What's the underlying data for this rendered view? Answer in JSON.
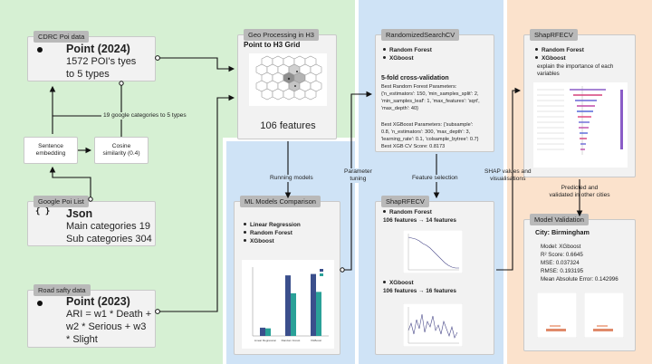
{
  "colors": {
    "green": "#d6f0d3",
    "blue": "#cfe3f6",
    "orange": "#fbe2cc",
    "card": "#f2f2f2",
    "tag": "#b9b9b9"
  },
  "cdrc": {
    "tag": "CDRC Poi data",
    "title": "Point (2024)",
    "line1": "1572 POI's tyes",
    "line2": "to 5 types",
    "icon": "dot-icon"
  },
  "edge_19": "19 google categories to 5 types",
  "sentence": {
    "line1": "Sentence",
    "line2": "embedding"
  },
  "cosine": {
    "line1": "Cosine",
    "line2": "similarity (0.4)"
  },
  "google": {
    "tag": "Google Poi List",
    "icon": "{ }",
    "title": "Json",
    "line1": "Main categories 19",
    "line2": "Sub categories 304"
  },
  "road": {
    "tag": "Road safty data",
    "title": "Point (2023)",
    "line1": "ARI = w1 * Death +",
    "line2": "w2 * Serious + w3",
    "line3": "* Slight"
  },
  "geo": {
    "tag": "Geo Processing in H3",
    "title": "Point to H3 Grid",
    "features": "106 features"
  },
  "edge_running": "Running models",
  "edge_param": {
    "line1": "Parameter",
    "line2": "tuning"
  },
  "edge_feature": "Feature selection",
  "edge_shap": {
    "line1": "SHAP values and",
    "line2": "visualisations"
  },
  "edge_predicted": {
    "line1": "Predicted and",
    "line2": "validated in other cities"
  },
  "ml": {
    "tag": "ML Models Comparison",
    "items": [
      "Linear Regression",
      "Random Forest",
      "XGboost"
    ]
  },
  "rscv": {
    "tag": "RandomizedSearchCV",
    "items": [
      "Random Forest",
      "XGboost"
    ],
    "cv_title": "5-fold cross-validation",
    "rf_head": "Best Random Forest Parameters:",
    "rf_l1": "{'n_estimators': 150, 'min_samples_split': 2,",
    "rf_l2": "'min_samples_leaf': 1, 'max_features': 'sqrt',",
    "rf_l3": "'max_depth': 40}",
    "xgb_head": "Best XGBoost Parameters: {'subsample':",
    "xgb_l1": "0.8, 'n_estimators': 300, 'max_depth': 3,",
    "xgb_l2": "'learning_rate': 0.1, 'colsample_bytree': 0.7}",
    "xgb_score": "Best XGB CV Score: 0.8173"
  },
  "shaprfecv_mid": {
    "tag": "ShapRFECV",
    "rf": "Random Forest",
    "rf_features": "106 features → 14 features",
    "xgb": "XGboost",
    "xgb_features": "106 features → 16 features"
  },
  "shaprfecv_right": {
    "tag": "ShapRFECV",
    "items": [
      "Random Forest",
      "XGboost"
    ],
    "note": "explain the importance of each variables"
  },
  "validation": {
    "tag": "Model Validation",
    "city": "City: Birmingham",
    "model": "Model: XGboost",
    "r2": "R² Score: 0.6645",
    "mse": "MSE: 0.037324",
    "rmse": "RMSE: 0.193195",
    "mae": "Mean Absolute Error: 0.142996"
  },
  "chart_data": {
    "type": "bar",
    "title": "",
    "categories": [
      "Linear Regression",
      "Random Forest",
      "XGBoost"
    ],
    "series": [
      {
        "name": "",
        "values": [
          0.12,
          0.88,
          0.9
        ],
        "color": "#3b4f8c"
      },
      {
        "name": "",
        "values": [
          0.11,
          0.62,
          0.64
        ],
        "color": "#2aa198"
      }
    ],
    "ylim": [
      0,
      1
    ],
    "legend": "top-right",
    "grid": false
  }
}
